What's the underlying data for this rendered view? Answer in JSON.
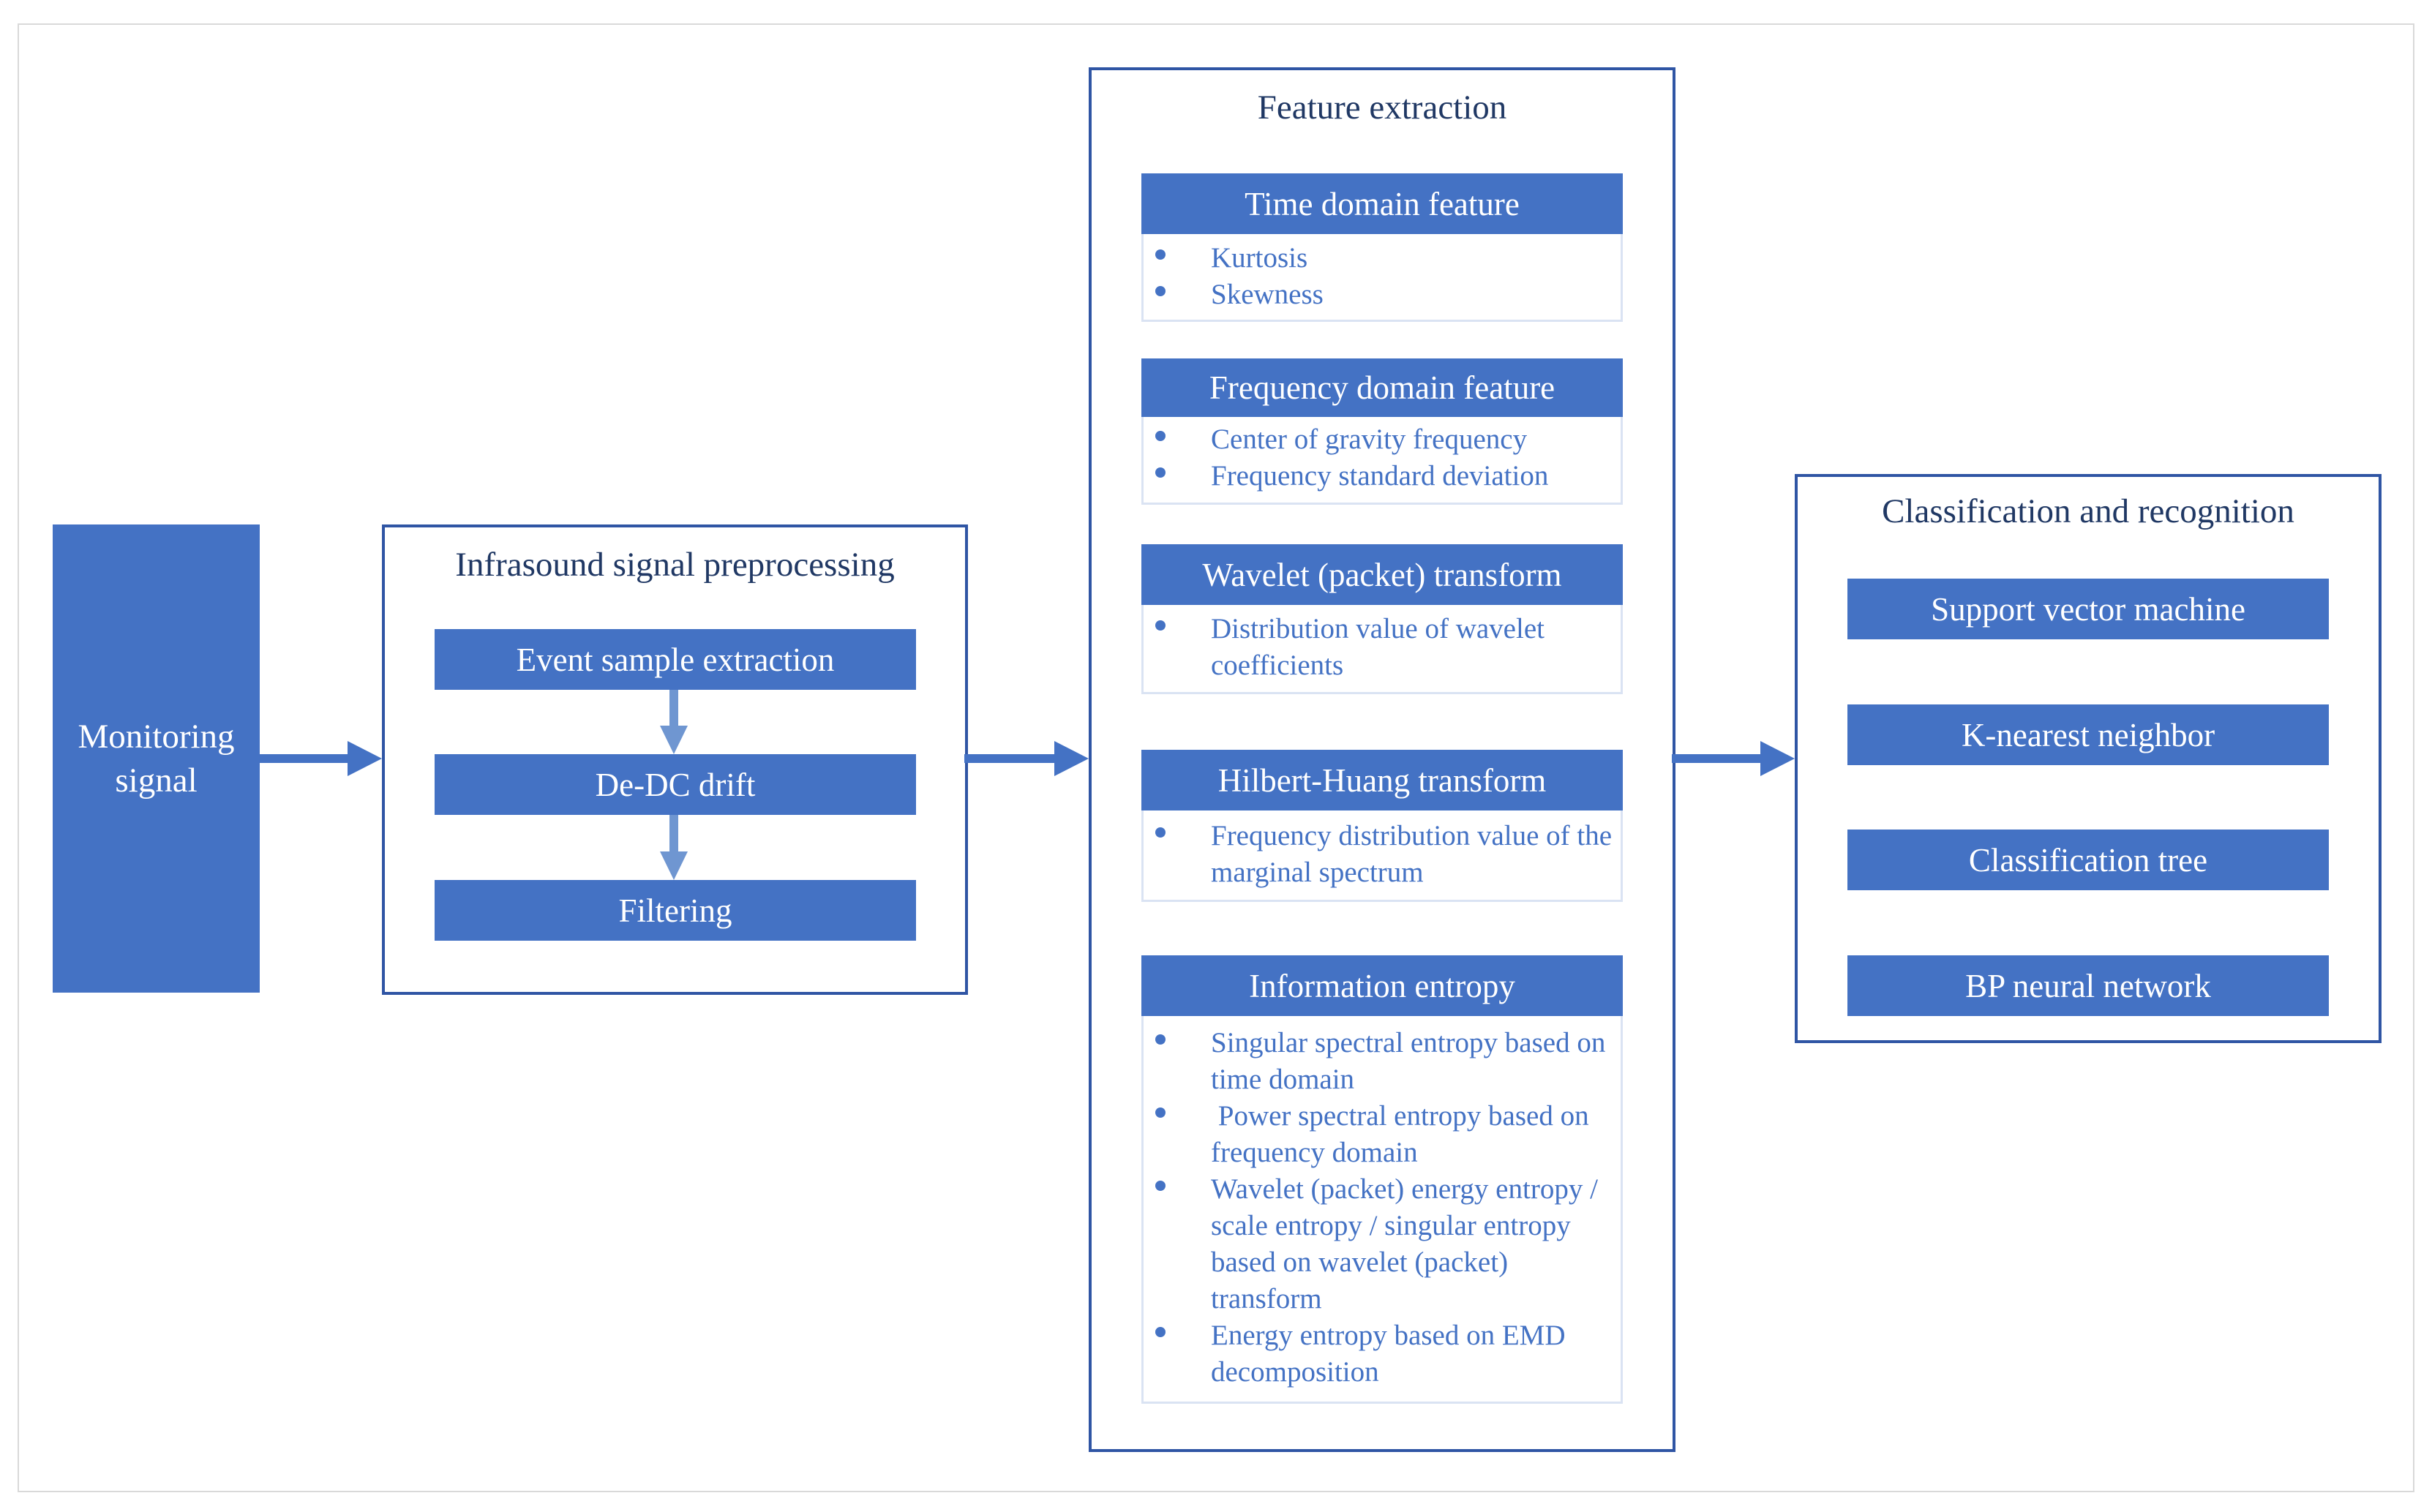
{
  "monitoring": {
    "label": "Monitoring signal"
  },
  "preprocessing": {
    "title": "Infrasound signal preprocessing",
    "steps": [
      "Event sample extraction",
      "De-DC drift",
      "Filtering"
    ]
  },
  "features": {
    "title": "Feature extraction",
    "groups": [
      {
        "title": "Time domain feature",
        "items": [
          "Kurtosis",
          "Skewness"
        ]
      },
      {
        "title": "Frequency domain feature",
        "items": [
          "Center of gravity frequency",
          "Frequency standard deviation"
        ]
      },
      {
        "title": "Wavelet (packet) transform",
        "items": [
          "Distribution value of wavelet coefficients"
        ]
      },
      {
        "title": "Hilbert-Huang transform",
        "items": [
          "Frequency distribution value of the marginal spectrum"
        ]
      },
      {
        "title": "Information entropy",
        "items": [
          "Singular spectral entropy based on time domain",
          " Power spectral entropy based on frequency domain",
          "Wavelet (packet) energy entropy / scale entropy / singular entropy based on wavelet (packet) transform",
          "Energy entropy based on EMD decomposition"
        ]
      }
    ]
  },
  "classification": {
    "title": "Classification and recognition",
    "methods": [
      "Support vector machine",
      "K-nearest neighbor",
      "Classification tree",
      "BP neural network"
    ]
  },
  "colors": {
    "fill": "#4472c4",
    "outline": "#2f55a4",
    "title_text": "#203864",
    "arrow_light": "#6f96d1"
  }
}
